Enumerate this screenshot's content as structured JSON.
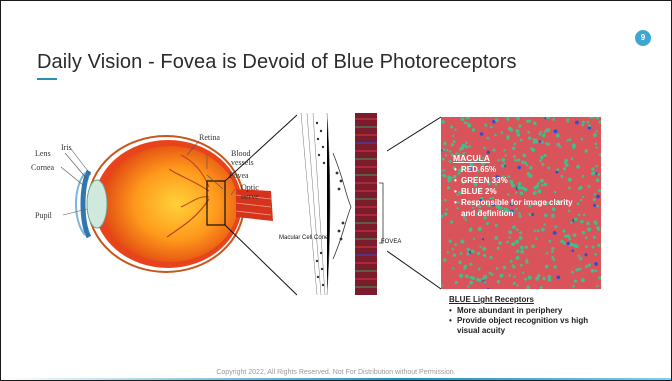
{
  "slide": {
    "title": "Daily Vision - Fovea is Devoid of Blue Photoreceptors",
    "page_number": "9",
    "footer": "Copyright 2022, All Rights Reserved. Not For Distribution without Permission."
  },
  "eye_diagram": {
    "labels": {
      "lens": "Lens",
      "iris": "Iris",
      "cornea": "Cornea",
      "pupil": "Pupil",
      "retina": "Retina",
      "blood_vessels_1": "Blood",
      "blood_vessels_2": "vessels",
      "fovea": "Fovea",
      "optic_nerve_1": "Optic",
      "optic_nerve_2": "nerve"
    }
  },
  "cross_section": {
    "macular_label": "Macular Cell Cone",
    "fovea_label": "FOVEA"
  },
  "macula": {
    "heading": "MACULA",
    "items": [
      "RED 65%",
      "GREEN 33%",
      "BLUE 2%",
      "Responsible for image clarity and definition"
    ]
  },
  "blue_receptors": {
    "heading": "BLUE Light Receptors",
    "items": [
      "More abundant in periphery",
      "Provide object recognition vs high visual acuity"
    ]
  },
  "colors": {
    "accent": "#2a8fb8",
    "badge": "#3fa6d2",
    "macula_bg": "#d9545a",
    "cone_green": "#3fc08a",
    "cone_blue": "#2b4fd1"
  }
}
